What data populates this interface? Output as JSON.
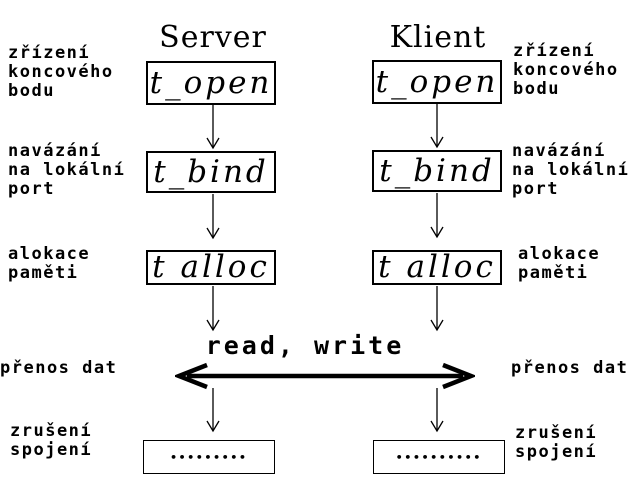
{
  "headings": {
    "server": "Server",
    "klient": "Klient"
  },
  "server": {
    "open": "t_open",
    "bind": "t_bind",
    "alloc": "t alloc",
    "dots": "•••••••••"
  },
  "klient": {
    "open": "t_open",
    "bind": "t_bind",
    "alloc": "t alloc",
    "dots": "••••••••••"
  },
  "left_labels": {
    "endpoint": "zřízení\nkoncového\nbodu",
    "bind": "navázání\nna lokální\nport",
    "alloc": "alokace\npaměti",
    "transfer": "přenos dat",
    "close": "zrušení\nspojení"
  },
  "right_labels": {
    "endpoint": "zřízení\nkoncového\nbodu",
    "bind": "navázání\nna lokální\nport",
    "alloc": "alokace\npaměti",
    "transfer": "přenos dat",
    "close": "zrušení\nspojení"
  },
  "center": {
    "read_write": "read, write"
  },
  "colors": {
    "background": "#ffffff",
    "foreground": "#000000"
  }
}
